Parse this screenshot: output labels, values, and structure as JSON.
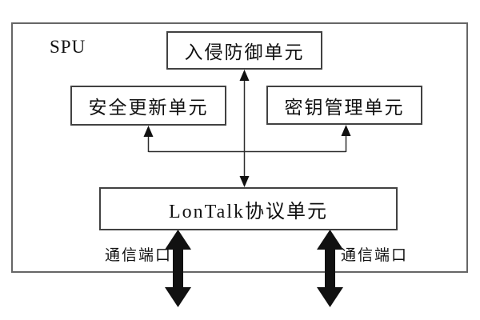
{
  "diagram": {
    "container_label": "SPU",
    "boxes": {
      "intrusion_prevention": "入侵防御单元",
      "security_update": "安全更新单元",
      "key_management": "密钥管理单元",
      "lontalk_protocol": "LonTalk协议单元"
    },
    "port_labels": {
      "left": "通信端口",
      "right": "通信端口"
    },
    "colors": {
      "background": "#ffffff",
      "outer_border": "#666666",
      "box_border": "#414141",
      "line": "#2e2e2e",
      "arrow_fill": "#111111",
      "text": "#111111"
    }
  }
}
